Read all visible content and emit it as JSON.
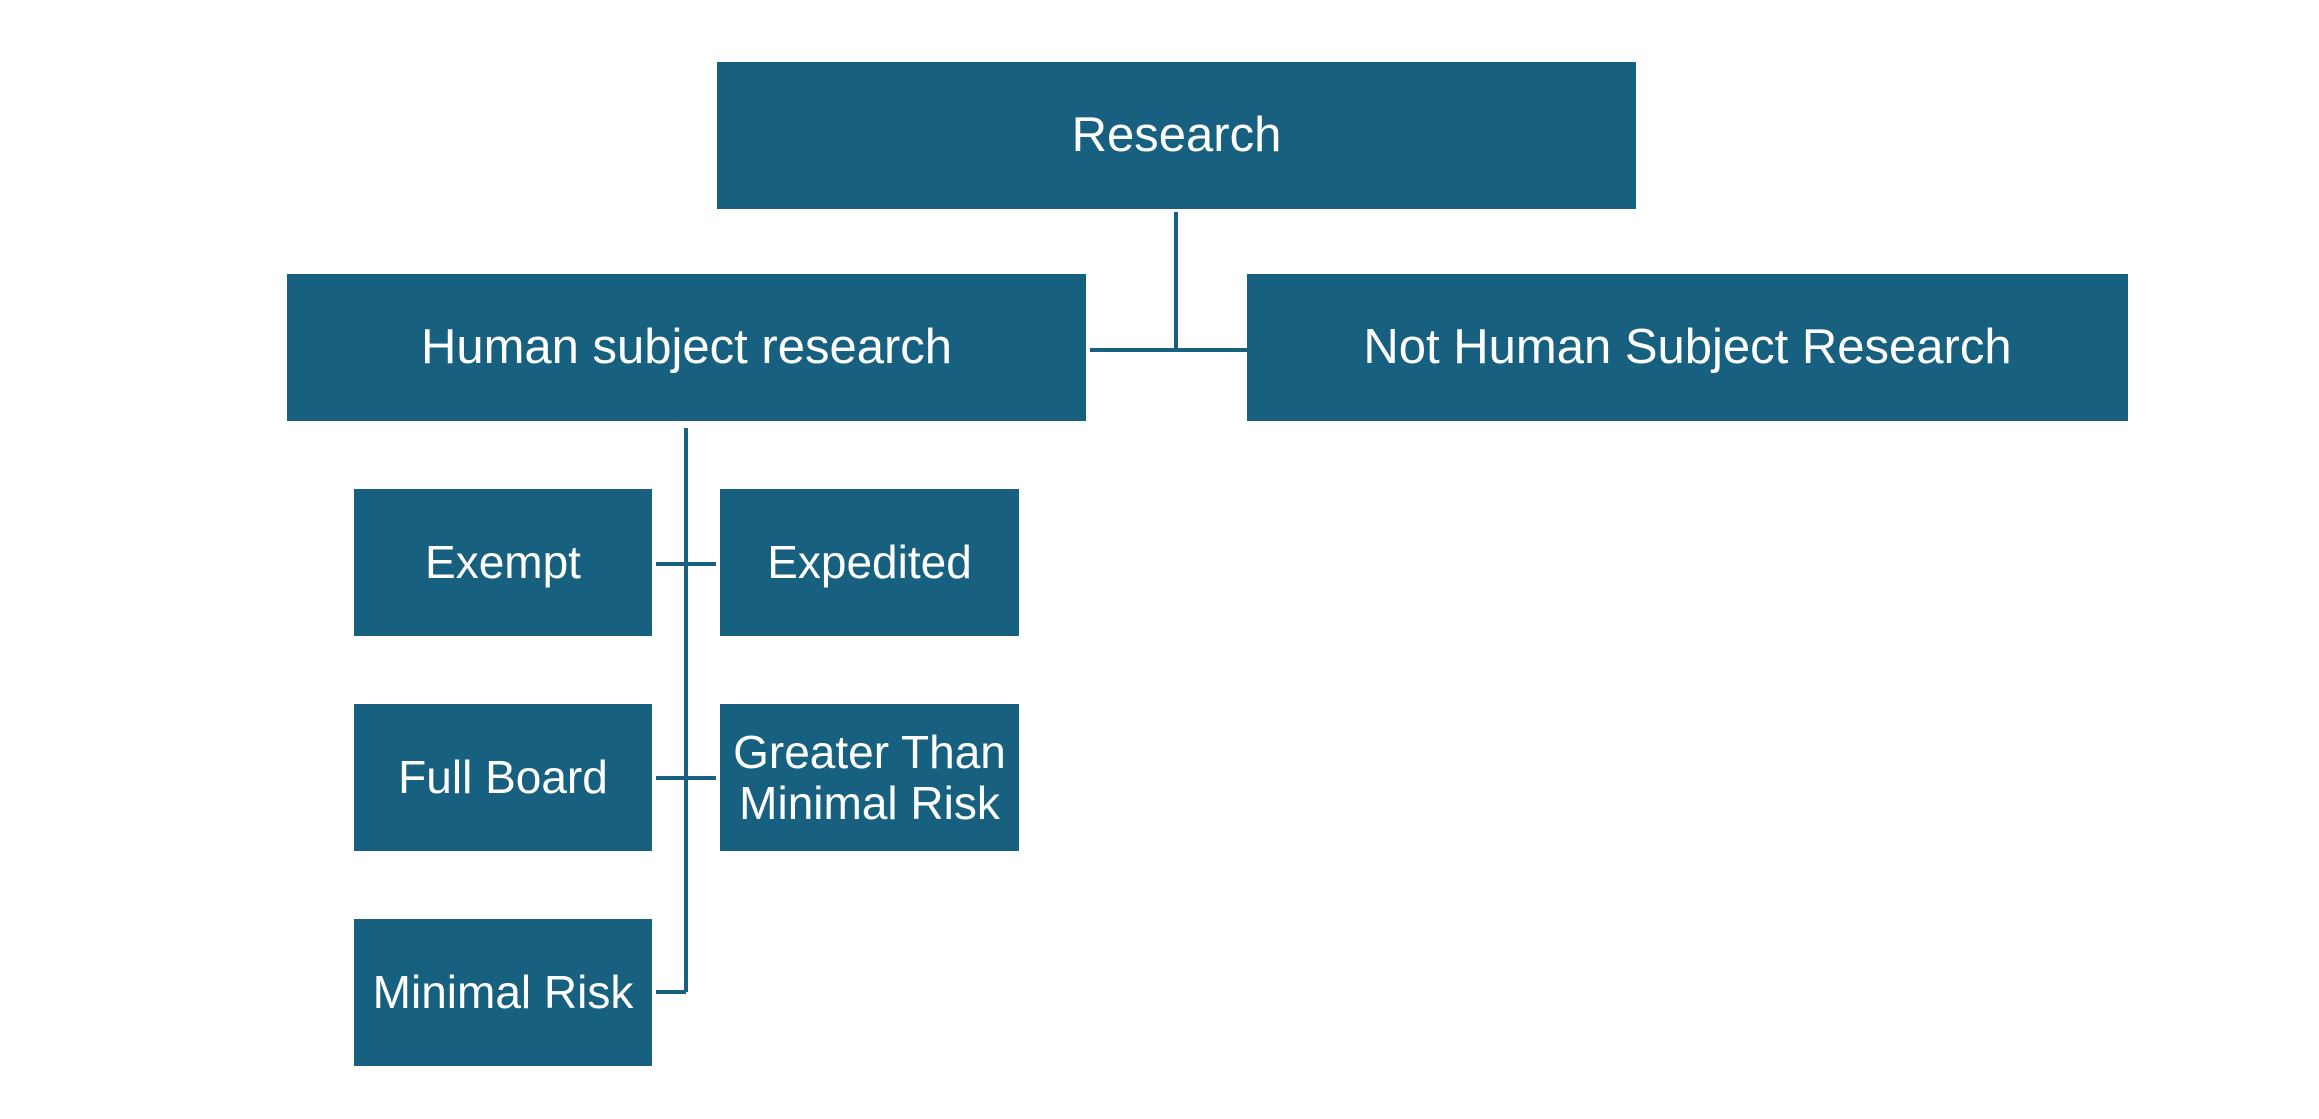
{
  "diagram": {
    "type": "org-chart",
    "accent_color": "#17607f",
    "text_color": "#ffffff",
    "root": "Research",
    "level1": [
      "Human subject research",
      "Not Human Subject Research"
    ],
    "level2": [
      "Exempt",
      "Expedited",
      "Full Board",
      "Greater Than\nMinimal Risk",
      "Minimal Risk"
    ],
    "edges": [
      [
        "Research",
        "Human subject research"
      ],
      [
        "Research",
        "Not Human Subject Research"
      ],
      [
        "Human subject research",
        "Exempt"
      ],
      [
        "Human subject research",
        "Expedited"
      ],
      [
        "Human subject research",
        "Full Board"
      ],
      [
        "Human subject research",
        "Greater Than\nMinimal Risk"
      ],
      [
        "Human subject research",
        "Minimal Risk"
      ]
    ]
  }
}
